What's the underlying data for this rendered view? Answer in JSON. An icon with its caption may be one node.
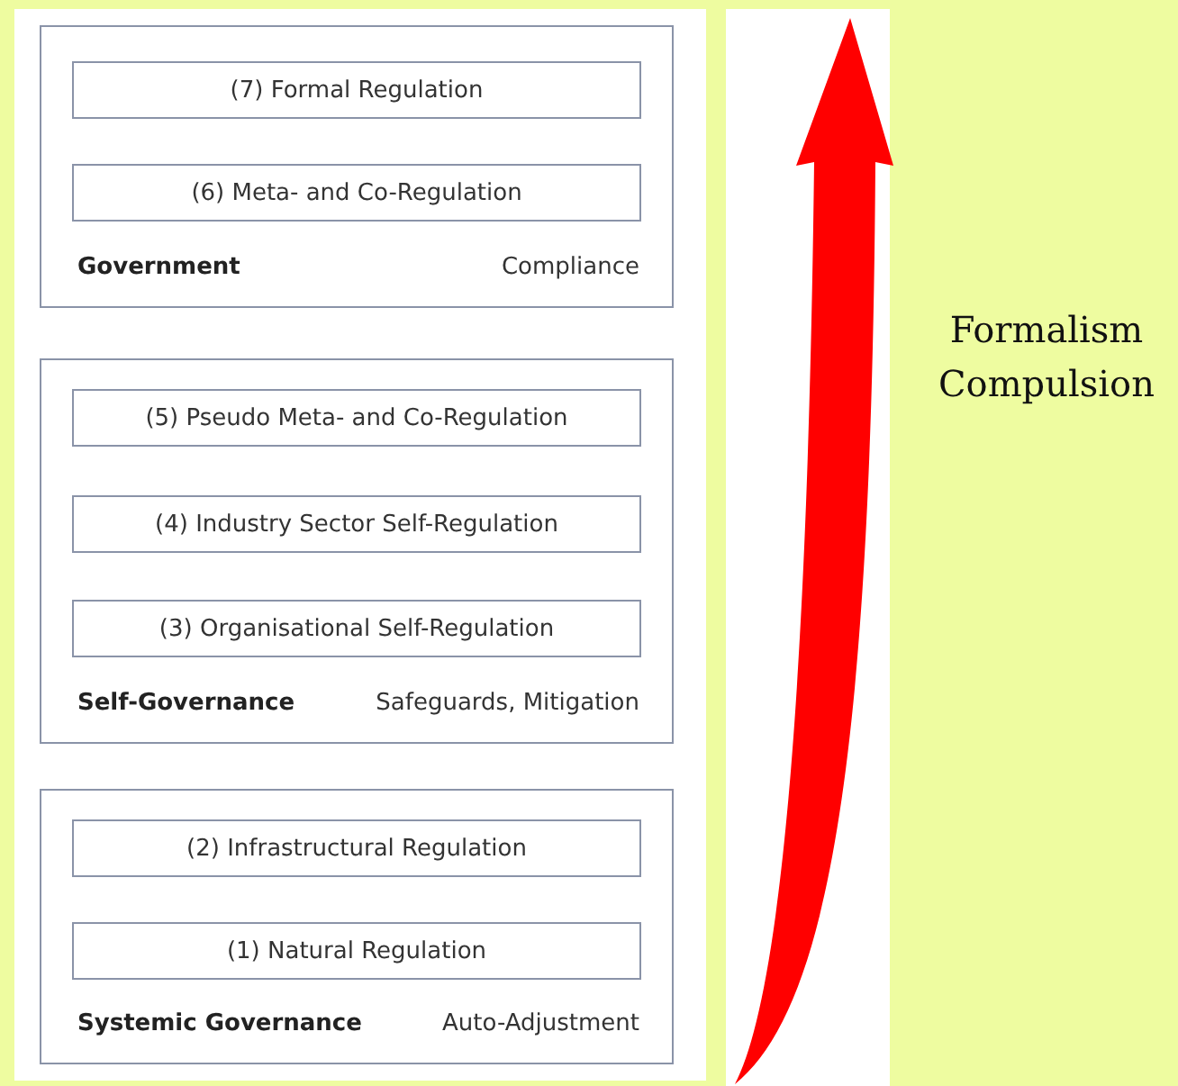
{
  "diagram": {
    "nodes": [
      {
        "text": [
          "Government",
          "Compliance"
        ]
      },
      {
        "text": [
          "(7) Formal Regulation"
        ],
        "in": 0
      },
      {
        "text": [
          "(6) Meta- and Co-Regulation"
        ],
        "in": 0
      },
      {
        "text": [
          "Self-Governance",
          "Safeguards, Mitigation"
        ]
      },
      {
        "text": [
          "(5) Pseudo Meta- and Co-Regulation"
        ],
        "in": 3
      },
      {
        "text": [
          "(4) Industry Sector Self-Regulation"
        ],
        "in": 3
      },
      {
        "text": [
          "(3) Organisational Self-Regulation"
        ],
        "in": 3
      },
      {
        "text": [
          "Systemic Governance",
          "Auto-Adjustment"
        ]
      },
      {
        "text": [
          "(2) Infrastructural Regulation"
        ],
        "in": 7
      },
      {
        "text": [
          "(1) Natural Regulation"
        ],
        "in": 7
      }
    ],
    "edges": [],
    "labels": [
      "Formalism Compulsion"
    ]
  }
}
